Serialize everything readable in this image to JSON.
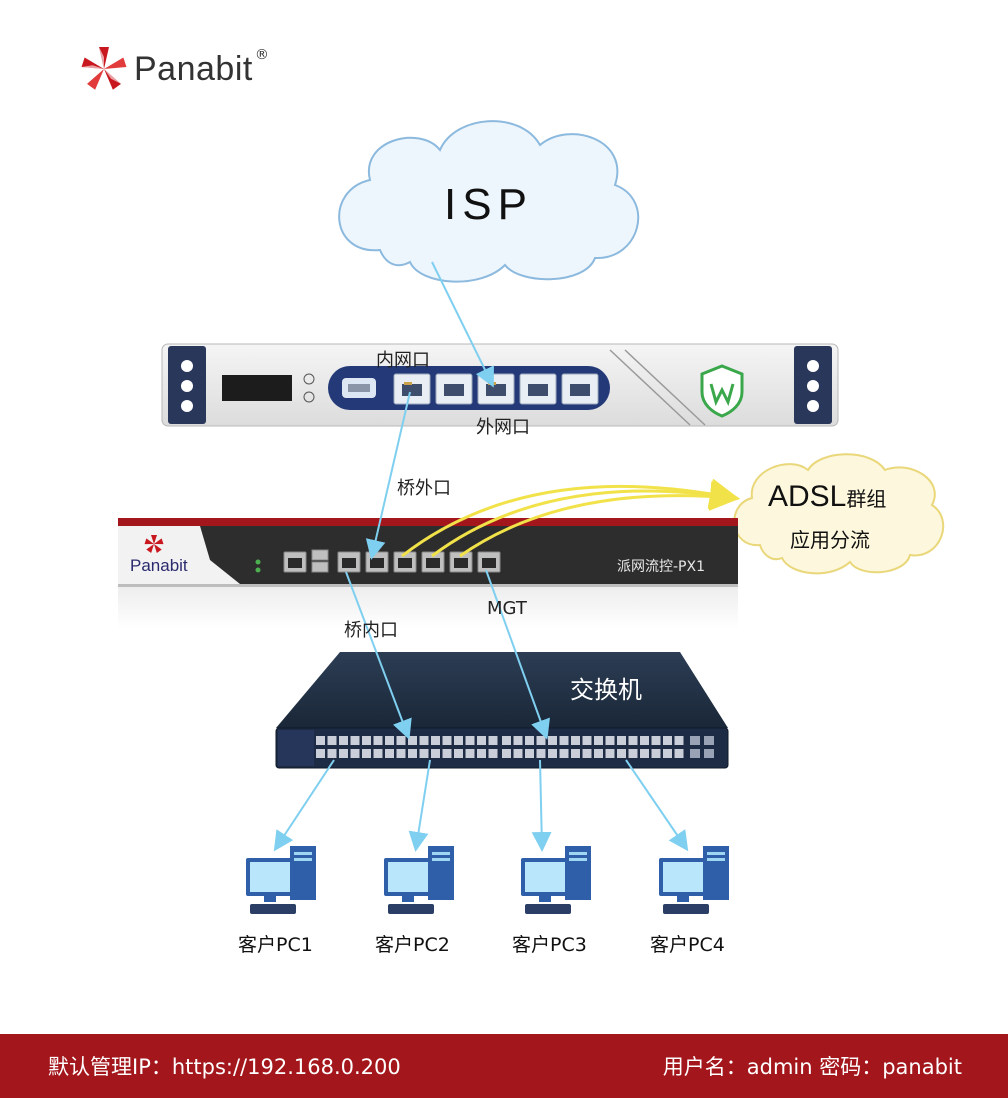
{
  "logo": {
    "text": "Panabit",
    "reg": "®"
  },
  "isp": {
    "label": "ISP"
  },
  "device_top": {
    "inner_port_label": "内网口",
    "outer_port_label": "外网口"
  },
  "bridge_out_label": "桥外口",
  "adsl": {
    "title": "ADSL",
    "title_suffix": "群组",
    "subtitle": "应用分流"
  },
  "device_mid": {
    "brand": "Panabit",
    "model": "派网流控-PX1"
  },
  "mgt_label": "MGT",
  "bridge_in_label": "桥内口",
  "switch": {
    "label": "交换机"
  },
  "pcs": [
    "客户PC1",
    "客户PC2",
    "客户PC3",
    "客户PC4"
  ],
  "footer": {
    "left": "默认管理IP：https://192.168.0.200",
    "right": "用户名：admin  密码：panabit"
  },
  "colors": {
    "brand_red": "#a3161b",
    "link_blue": "#7fcff0",
    "link_yellow": "#f2e24a",
    "cloud_blue_fill": "#eef6fd",
    "cloud_yellow_fill": "#fdf8dd"
  }
}
